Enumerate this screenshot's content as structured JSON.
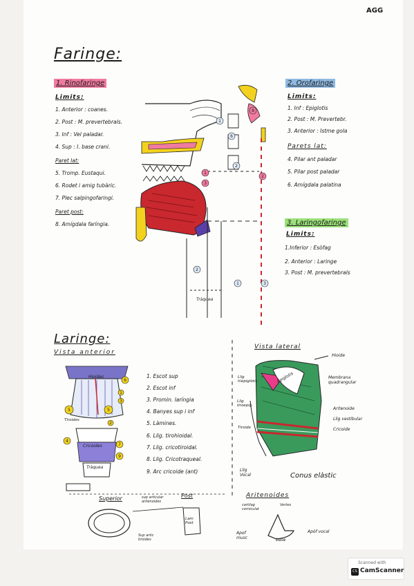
{
  "header": {
    "initials": "AGG"
  },
  "faringe": {
    "title": "Faringe:",
    "rinofaringe": {
      "title": "1. Rinofaringe",
      "limits_label": "Limits:",
      "limits": [
        "1. Anterior : coanes.",
        "2. Post : M. prevertebrals.",
        "3. Inf : Vel paladar.",
        "4. Sup : I. base crani."
      ],
      "paret_lat_label": "Paret lat:",
      "paret_lat": [
        "5. Tromp. Eustaqui.",
        "6. Rodet i amig tubàric.",
        "7. Plec salpingofaringi."
      ],
      "paret_post_label": "Paret post:",
      "paret_post": [
        "8. Amígdala faríngia."
      ]
    },
    "orofaringe": {
      "title": "2. Orofaringe",
      "limits_label": "Limits:",
      "limits": [
        "1. Inf : Epiglotis",
        "2. Post : M. Prevertebr.",
        "3. Anterior : Istme gola"
      ],
      "parets_lat_label": "Parets lat:",
      "parets_lat": [
        "4. Pilar ant paladar",
        "5. Pilar post paladar",
        "6. Amígdala palatina"
      ]
    },
    "laringofaringe": {
      "title": "3. Laringofaringe",
      "limits_label": "Limits:",
      "limits": [
        "1.Inferior : Esòfag",
        "2. Anterior : Laringe",
        "3. Post : M. prevertebrals"
      ]
    },
    "diagram_labels": {
      "traquea": "Tràquea"
    }
  },
  "laringe": {
    "title": "Laringe:",
    "vista_anterior": {
      "title": "Vista anterior",
      "labels": {
        "hioides": "Hioides",
        "tiroides": "Tiroides",
        "cricoides": "Cricoides",
        "traquea": "Tràquea"
      },
      "items": [
        "1. Escot sup",
        "2. Escot inf",
        "3. Promin. laríngia",
        "4. Banyes sup i inf",
        "5. Làmines.",
        "6. Llig. tirohioidal.",
        "7. Llig. cricotiroidal.",
        "8. Llig. Cricotraqueal.",
        "9. Arc cricoide (ant)"
      ]
    },
    "vista_lateral": {
      "title": "Vista lateral",
      "labels": {
        "hioide": "Hioide",
        "membrana": "Membrana quadrangular",
        "lig_hiepig": "Llig hiepiglòtic",
        "epiglotis": "Epiglotis",
        "lig_tiroepig": "Llig tiroepig.",
        "tiroide": "Tiroide",
        "aritenoide": "Aritenoide",
        "lig_vestibular": "Llig vestibular",
        "cricoide": "Cricoide",
        "lig_vocal": "Llig Vocal",
        "conus": "Conus elàstic"
      }
    },
    "superior": {
      "title": "Superior",
      "sup_aritenoides": "sup articular aritenoides",
      "post": "Post",
      "sup_tiroides": "Sup artic tiroides",
      "lam": "Lam Post"
    },
    "aritenoides": {
      "title": "Aritenoides",
      "cartilag": "cartilag corniculat",
      "vertex": "Vertex",
      "apof_musc": "Apof musc",
      "base": "base",
      "apof_vocal": "Apòf vocal"
    }
  },
  "footer": {
    "scanned_with": "Scanned with",
    "app": "CamScanner"
  },
  "colors": {
    "pink": "#f07aa0",
    "blue": "#8fb8e0",
    "green": "#9be07a",
    "red": "#c8282e",
    "yellow": "#f2d21e",
    "purple": "#5b3fa8"
  }
}
